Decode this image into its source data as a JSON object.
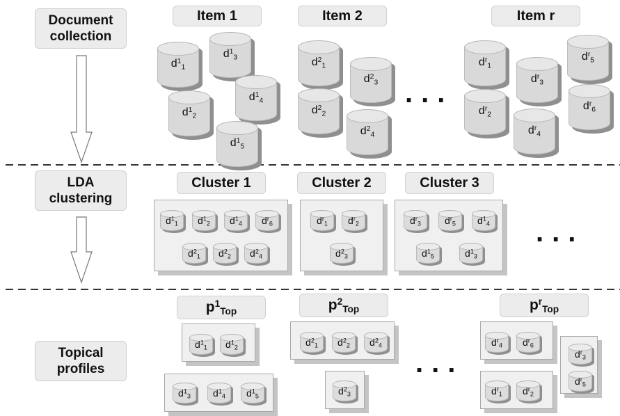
{
  "stages": {
    "document_collection": "Document\ncollection",
    "lda_clustering": "LDA\nclustering",
    "topical_profiles": "Topical\nprofiles"
  },
  "items": [
    {
      "label": "Item 1",
      "docs": [
        [
          "1",
          "1"
        ],
        [
          "1",
          "3"
        ],
        [
          "1",
          "4"
        ],
        [
          "1",
          "2"
        ],
        [
          "1",
          "5"
        ]
      ]
    },
    {
      "label": "Item 2",
      "docs": [
        [
          "2",
          "1"
        ],
        [
          "2",
          "3"
        ],
        [
          "2",
          "2"
        ],
        [
          "2",
          "4"
        ]
      ]
    },
    {
      "label": "Item r",
      "docs": [
        [
          "r",
          "1"
        ],
        [
          "r",
          "3"
        ],
        [
          "r",
          "5"
        ],
        [
          "r",
          "2"
        ],
        [
          "r",
          "6"
        ],
        [
          "r",
          "4"
        ]
      ]
    }
  ],
  "clusters": [
    {
      "label": "Cluster 1",
      "docs": [
        [
          "1",
          "1"
        ],
        [
          "1",
          "2"
        ],
        [
          "1",
          "4"
        ],
        [
          "r",
          "6"
        ],
        [
          "2",
          "1"
        ],
        [
          "2",
          "2"
        ],
        [
          "2",
          "4"
        ]
      ]
    },
    {
      "label": "Cluster 2",
      "docs": [
        [
          "r",
          "1"
        ],
        [
          "r",
          "2"
        ],
        [
          "2",
          "3"
        ]
      ]
    },
    {
      "label": "Cluster 3",
      "docs": [
        [
          "r",
          "3"
        ],
        [
          "r",
          "5"
        ],
        [
          "1",
          "4"
        ],
        [
          "1",
          "5"
        ],
        [
          "1",
          "3"
        ]
      ]
    }
  ],
  "profiles": [
    {
      "base": "p",
      "sup": "1",
      "sub": "Top",
      "docs": [
        [
          "1",
          "1"
        ],
        [
          "1",
          "2"
        ],
        [
          "1",
          "3"
        ],
        [
          "1",
          "4"
        ],
        [
          "1",
          "5"
        ]
      ]
    },
    {
      "base": "p",
      "sup": "2",
      "sub": "Top",
      "docs": [
        [
          "2",
          "1"
        ],
        [
          "2",
          "2"
        ],
        [
          "2",
          "4"
        ],
        [
          "2",
          "3"
        ]
      ]
    },
    {
      "base": "p",
      "sup": "r",
      "sub": "Top",
      "docs": [
        [
          "r",
          "4"
        ],
        [
          "r",
          "6"
        ],
        [
          "r",
          "1"
        ],
        [
          "r",
          "2"
        ],
        [
          "r",
          "3"
        ],
        [
          "r",
          "5"
        ]
      ]
    }
  ],
  "ellipsis": "...",
  "doc_letter": "d"
}
